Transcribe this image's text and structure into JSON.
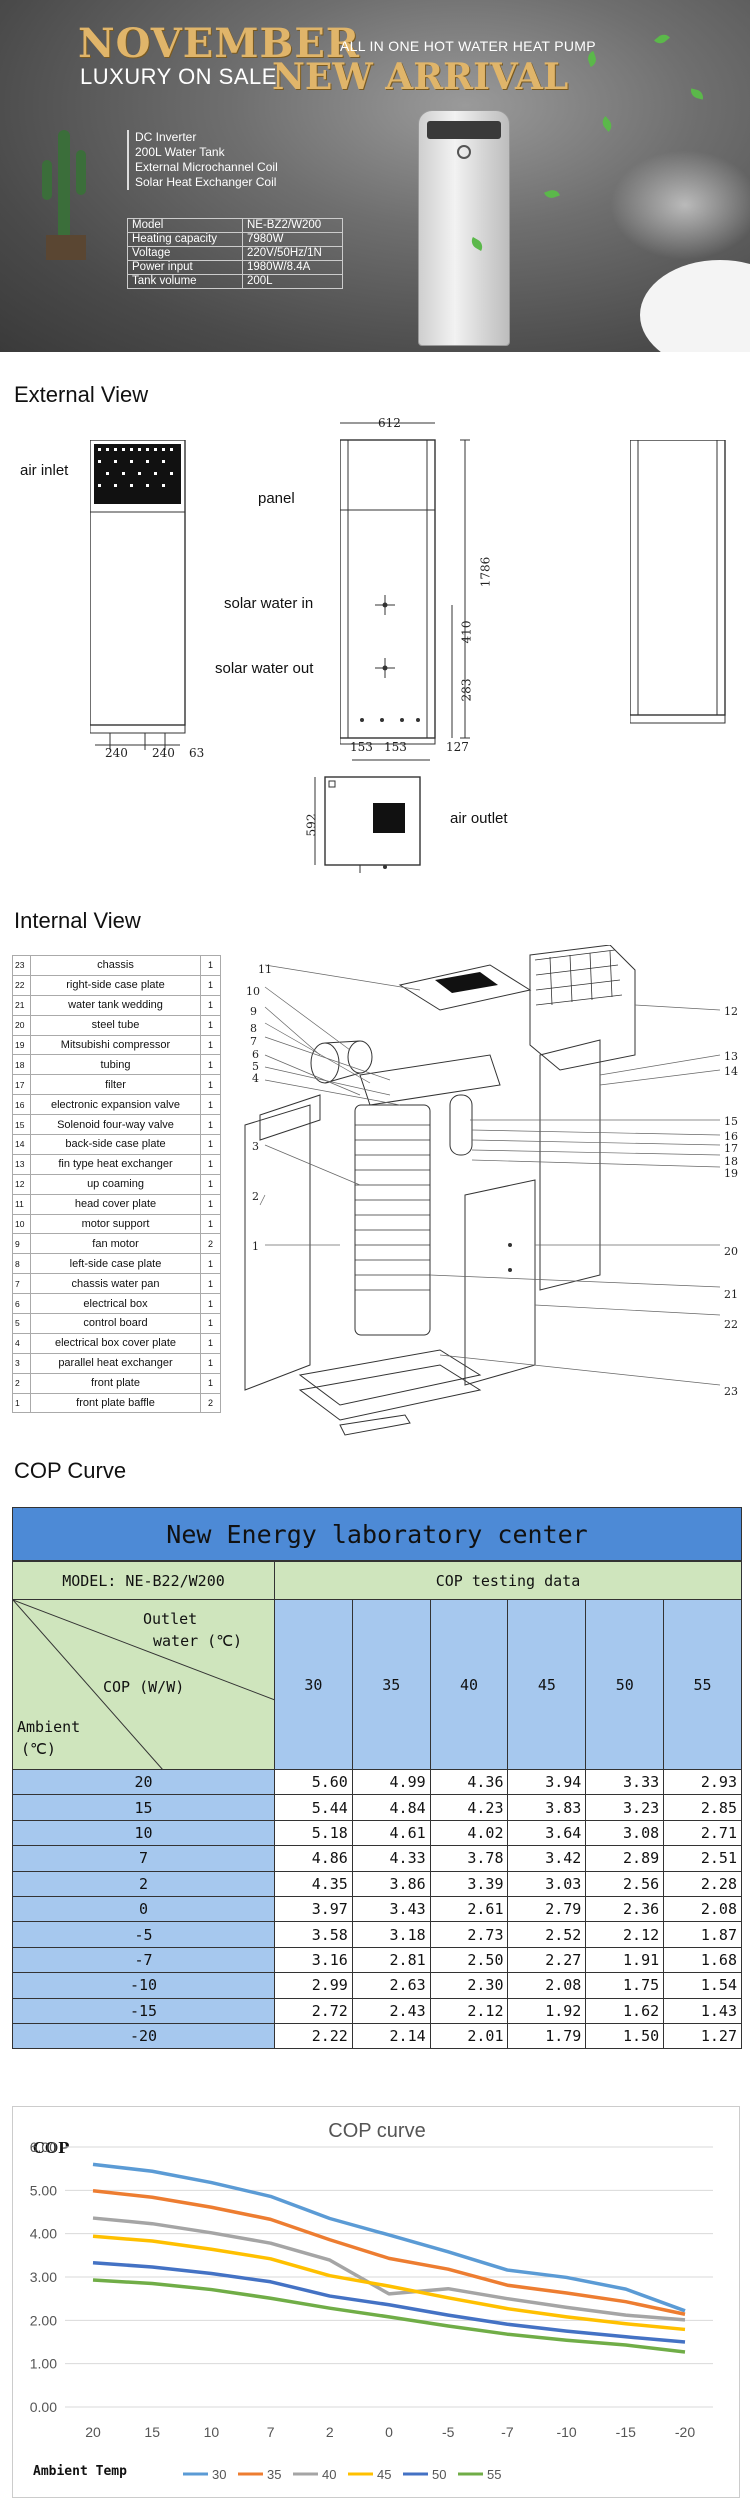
{
  "banner": {
    "title_main": "NOVEMBER",
    "title_sub": "ALL IN ONE HOT WATER HEAT PUMP",
    "luxury": "LUXURY ON SALE",
    "arrival": "NEW ARRIVAL",
    "features": [
      "DC Inverter",
      "200L Water Tank",
      "External Microchannel Coil",
      "Solar Heat Exchanger Coil"
    ],
    "specs": [
      {
        "key": "Model",
        "value": "NE-BZ2/W200"
      },
      {
        "key": "Heating capacity",
        "value": "7980W"
      },
      {
        "key": "Voltage",
        "value": "220V/50Hz/1N"
      },
      {
        "key": "Power input",
        "value": "1980W/8.4A"
      },
      {
        "key": "Tank volume",
        "value": "200L"
      }
    ]
  },
  "external": {
    "title": "External View",
    "labels": {
      "air_inlet": "air inlet",
      "panel": "panel",
      "solar_in": "solar water in",
      "solar_out": "solar water out",
      "air_outlet": "air outlet"
    },
    "dims": {
      "w612": "612",
      "h1786": "1786",
      "h410": "410",
      "h283": "283",
      "d153a": "153",
      "d153b": "153",
      "d127": "127",
      "d240a": "240",
      "d240b": "240",
      "d63": "63",
      "d592": "592"
    }
  },
  "internal": {
    "title": "Internal View",
    "parts": [
      {
        "no": "23",
        "name": "chassis",
        "qty": "1"
      },
      {
        "no": "22",
        "name": "right-side case plate",
        "qty": "1"
      },
      {
        "no": "21",
        "name": "water tank wedding",
        "qty": "1"
      },
      {
        "no": "20",
        "name": "steel tube",
        "qty": "1"
      },
      {
        "no": "19",
        "name": "Mitsubishi compressor",
        "qty": "1"
      },
      {
        "no": "18",
        "name": "tubing",
        "qty": "1"
      },
      {
        "no": "17",
        "name": "filter",
        "qty": "1"
      },
      {
        "no": "16",
        "name": "electronic expansion valve",
        "qty": "1"
      },
      {
        "no": "15",
        "name": "Solenoid four-way valve",
        "qty": "1"
      },
      {
        "no": "14",
        "name": "back-side case plate",
        "qty": "1"
      },
      {
        "no": "13",
        "name": "fin type heat exchanger",
        "qty": "1"
      },
      {
        "no": "12",
        "name": "up coaming",
        "qty": "1"
      },
      {
        "no": "11",
        "name": "head cover plate",
        "qty": "1"
      },
      {
        "no": "10",
        "name": "motor support",
        "qty": "1"
      },
      {
        "no": "9",
        "name": "fan motor",
        "qty": "2"
      },
      {
        "no": "8",
        "name": "left-side case plate",
        "qty": "1"
      },
      {
        "no": "7",
        "name": "chassis water pan",
        "qty": "1"
      },
      {
        "no": "6",
        "name": "electrical box",
        "qty": "1"
      },
      {
        "no": "5",
        "name": "control board",
        "qty": "1"
      },
      {
        "no": "4",
        "name": "electrical box cover plate",
        "qty": "1"
      },
      {
        "no": "3",
        "name": "parallel heat exchanger",
        "qty": "1"
      },
      {
        "no": "2",
        "name": "front plate",
        "qty": "1"
      },
      {
        "no": "1",
        "name": "front plate baffle",
        "qty": "2"
      }
    ],
    "callouts": [
      "1",
      "2",
      "3",
      "4",
      "5",
      "6",
      "7",
      "8",
      "9",
      "10",
      "11",
      "12",
      "13",
      "14",
      "15",
      "16",
      "17",
      "18",
      "19",
      "20",
      "21",
      "22",
      "23"
    ]
  },
  "cop": {
    "title": "COP Curve",
    "header": "New Energy laboratory center",
    "model": "MODEL: NE-B22/W200",
    "testing": "COP testing data",
    "diag_outlet": "Outlet",
    "diag_water": "water (℃)",
    "diag_cop": "COP (W/W)",
    "diag_ambient": "Ambient",
    "diag_unit": "(℃)",
    "outlet_temps": [
      "30",
      "35",
      "40",
      "45",
      "50",
      "55"
    ],
    "rows": [
      {
        "ambient": "20",
        "values": [
          "5.60",
          "4.99",
          "4.36",
          "3.94",
          "3.33",
          "2.93"
        ]
      },
      {
        "ambient": "15",
        "values": [
          "5.44",
          "4.84",
          "4.23",
          "3.83",
          "3.23",
          "2.85"
        ]
      },
      {
        "ambient": "10",
        "values": [
          "5.18",
          "4.61",
          "4.02",
          "3.64",
          "3.08",
          "2.71"
        ]
      },
      {
        "ambient": "7",
        "values": [
          "4.86",
          "4.33",
          "3.78",
          "3.42",
          "2.89",
          "2.51"
        ]
      },
      {
        "ambient": "2",
        "values": [
          "4.35",
          "3.86",
          "3.39",
          "3.03",
          "2.56",
          "2.28"
        ]
      },
      {
        "ambient": "0",
        "values": [
          "3.97",
          "3.43",
          "2.61",
          "2.79",
          "2.36",
          "2.08"
        ]
      },
      {
        "ambient": "-5",
        "values": [
          "3.58",
          "3.18",
          "2.73",
          "2.52",
          "2.12",
          "1.87"
        ]
      },
      {
        "ambient": "-7",
        "values": [
          "3.16",
          "2.81",
          "2.50",
          "2.27",
          "1.91",
          "1.68"
        ]
      },
      {
        "ambient": "-10",
        "values": [
          "2.99",
          "2.63",
          "2.30",
          "2.08",
          "1.75",
          "1.54"
        ]
      },
      {
        "ambient": "-15",
        "values": [
          "2.72",
          "2.43",
          "2.12",
          "1.92",
          "1.62",
          "1.43"
        ]
      },
      {
        "ambient": "-20",
        "values": [
          "2.22",
          "2.14",
          "2.01",
          "1.79",
          "1.50",
          "1.27"
        ]
      }
    ]
  },
  "chart_data": {
    "type": "line",
    "title": "COP curve",
    "ylabel": "COP",
    "xlabel": "Ambient Temp",
    "categories": [
      "20",
      "15",
      "10",
      "7",
      "2",
      "0",
      "-5",
      "-7",
      "-10",
      "-15",
      "-20"
    ],
    "ylim": [
      0,
      6
    ],
    "yticks": [
      "0.00",
      "1.00",
      "2.00",
      "3.00",
      "4.00",
      "5.00",
      "6.00"
    ],
    "grid": true,
    "legend": "bottom",
    "series": [
      {
        "name": "30",
        "color": "#5b9bd5",
        "values": [
          5.6,
          5.44,
          5.18,
          4.86,
          4.35,
          3.97,
          3.58,
          3.16,
          2.99,
          2.72,
          2.22
        ]
      },
      {
        "name": "35",
        "color": "#ed7d31",
        "values": [
          4.99,
          4.84,
          4.61,
          4.33,
          3.86,
          3.43,
          3.18,
          2.81,
          2.63,
          2.43,
          2.14
        ]
      },
      {
        "name": "40",
        "color": "#a5a5a5",
        "values": [
          4.36,
          4.23,
          4.02,
          3.78,
          3.39,
          2.61,
          2.73,
          2.5,
          2.3,
          2.12,
          2.01
        ]
      },
      {
        "name": "45",
        "color": "#ffc000",
        "values": [
          3.94,
          3.83,
          3.64,
          3.42,
          3.03,
          2.79,
          2.52,
          2.27,
          2.08,
          1.92,
          1.79
        ]
      },
      {
        "name": "50",
        "color": "#4472c4",
        "values": [
          3.33,
          3.23,
          3.08,
          2.89,
          2.56,
          2.36,
          2.12,
          1.91,
          1.75,
          1.62,
          1.5
        ]
      },
      {
        "name": "55",
        "color": "#70ad47",
        "values": [
          2.93,
          2.85,
          2.71,
          2.51,
          2.28,
          2.08,
          1.87,
          1.68,
          1.54,
          1.43,
          1.27
        ]
      }
    ]
  }
}
